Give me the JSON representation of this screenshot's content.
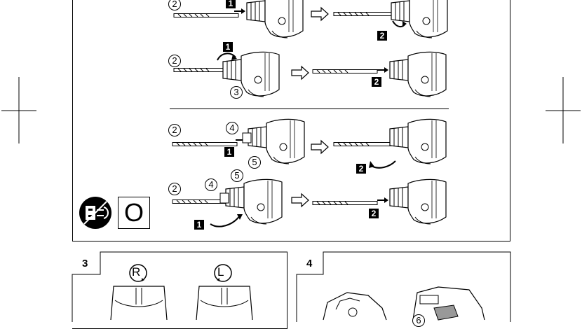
{
  "page": {
    "background": "#ffffff",
    "ink": "#000000"
  },
  "figure_top": {
    "rows": [
      {
        "callouts": [
          "2"
        ],
        "steps": [
          "1",
          "2"
        ]
      },
      {
        "callouts": [
          "2",
          "3"
        ],
        "steps": [
          "1",
          "2"
        ]
      },
      {
        "callouts": [
          "2",
          "4",
          "5"
        ],
        "steps": [
          "1",
          "2"
        ]
      },
      {
        "callouts": [
          "2",
          "4",
          "5"
        ],
        "steps": [
          "1",
          "2"
        ]
      }
    ],
    "switch_off_symbol": "O"
  },
  "figure_3": {
    "number": "3",
    "rotation_right_label": "R",
    "rotation_left_label": "L"
  },
  "figure_4": {
    "number": "4",
    "callout": "6"
  }
}
